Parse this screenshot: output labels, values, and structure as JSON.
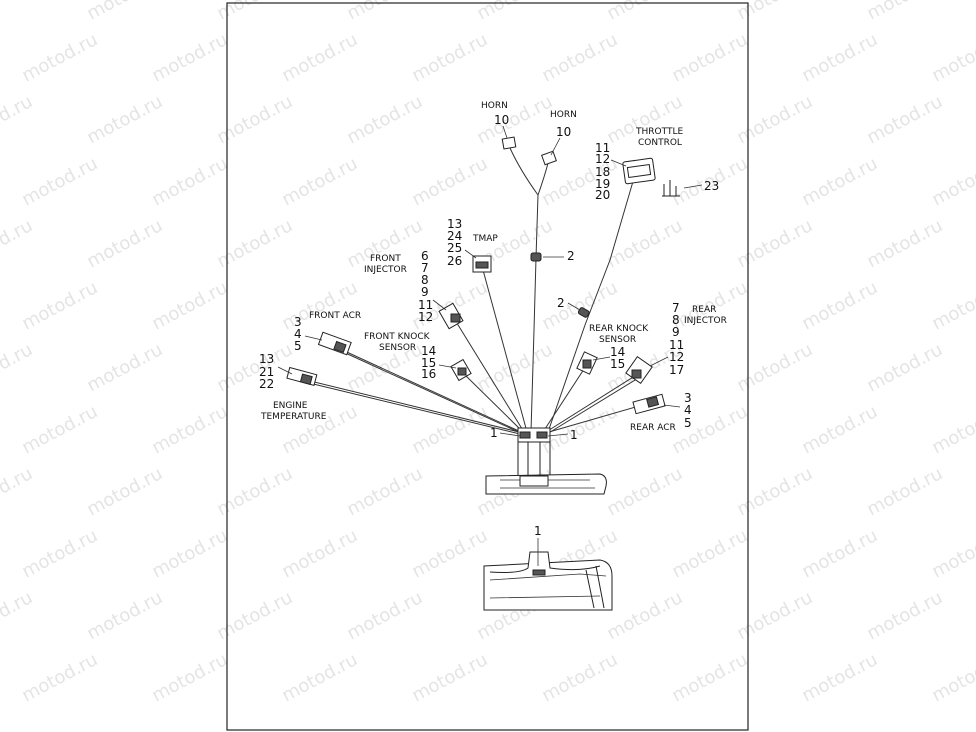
{
  "watermark": "motod.ru",
  "labels": {
    "horn_left": "HORN",
    "horn_right": "HORN",
    "throttle": [
      "THROTTLE",
      "CONTROL"
    ],
    "tmap": "TMAP",
    "front_injector": [
      "FRONT",
      "INJECTOR"
    ],
    "front_acr": "FRONT ACR",
    "front_knock": [
      "FRONT  KNOCK",
      "SENSOR"
    ],
    "engine_temp": [
      "ENGINE",
      "TEMPERATURE"
    ],
    "rear_injector": [
      "REAR",
      "INJECTOR"
    ],
    "rear_knock": [
      "REAR KNOCK",
      "SENSOR"
    ],
    "rear_acr": "REAR ACR"
  },
  "callouts": {
    "horn_left": "10",
    "horn_right": "10",
    "throttle": [
      "11",
      "12",
      "18",
      "19",
      "20"
    ],
    "item23": "23",
    "tmap": [
      "13",
      "24",
      "25",
      "26"
    ],
    "clip_top": "2",
    "clip_mid": "2",
    "front_injector": [
      "6",
      "7",
      "8",
      "9",
      "11",
      "12"
    ],
    "front_acr": [
      "3",
      "4",
      "5"
    ],
    "front_knock": [
      "14",
      "15",
      "16"
    ],
    "engine_temp": [
      "13",
      "21",
      "22"
    ],
    "rear_injector": [
      "7",
      "8",
      "9",
      "11",
      "12",
      "17"
    ],
    "rear_knock": [
      "14",
      "15"
    ],
    "rear_acr": [
      "3",
      "4",
      "5"
    ],
    "bracket_left": "1",
    "bracket_right": "1",
    "detail": "1"
  }
}
